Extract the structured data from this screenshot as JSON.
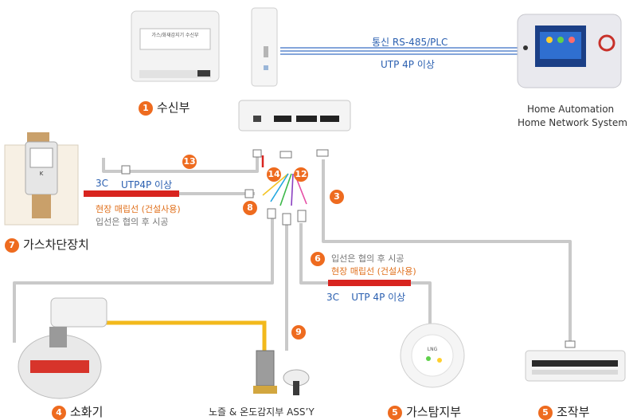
{
  "top_link": {
    "protocol": "통신 RS-485/PLC",
    "cable": "UTP 4P 이상"
  },
  "components": {
    "receiver": {
      "num": "1",
      "label": "수신부"
    },
    "home_network": {
      "line1": "Home Automation",
      "line2": "Home Network System"
    },
    "gas_valve": {
      "num": "7",
      "label": "가스차단장치"
    },
    "extinguisher": {
      "num": "4",
      "label": "소화기"
    },
    "nozzle_sensor": {
      "label": "노즐 & 온도감지부 ASS’Y"
    },
    "gas_detector": {
      "num": "5",
      "label": "가스탐지부"
    },
    "control": {
      "num": "5",
      "label": "조작부"
    }
  },
  "wiring": {
    "left_cable": {
      "spec_3c": "3C",
      "spec_utp": "UTP4P 이상",
      "field": "현장 매립선 (건설사용)",
      "entry": "입선은 협의 후 시공"
    },
    "right_cable": {
      "entry": "입선은 협의 후 시공",
      "field": "현장 매립선 (건설사용)",
      "spec": "3C    UTP 4P 이상"
    }
  },
  "line_numbers": {
    "n13": "13",
    "n14": "14",
    "n12": "12",
    "n8": "8",
    "n3": "3",
    "n6": "6",
    "n9": "9"
  },
  "device_text": {
    "receiver_label": "가스/화재감지기 수신부",
    "detector_brand": "LNG",
    "valve_brand": "K"
  }
}
